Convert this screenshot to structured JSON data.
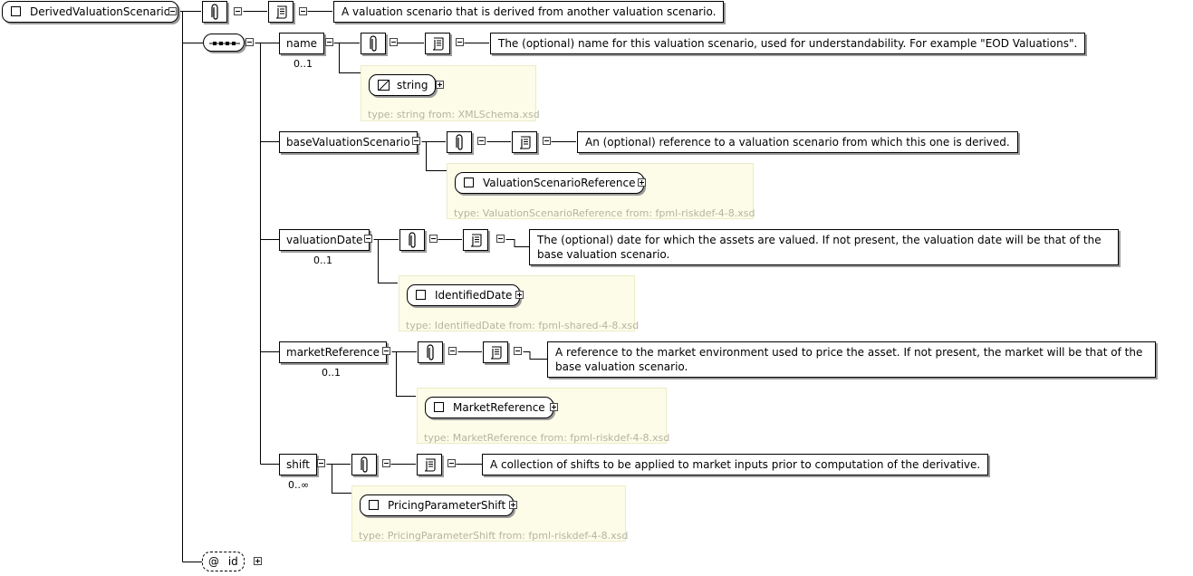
{
  "root": {
    "label": "DerivedValuationScenario",
    "annotation": "A valuation scenario that is derived from another valuation scenario."
  },
  "compositor": "sequence",
  "elements": [
    {
      "label": "name",
      "cardinality": "0..1",
      "annotation": "The (optional) name for this valuation scenario, used for understandability. For example \"EOD Valuations\".",
      "type_name": "string",
      "type_info": "type: string from: XMLSchema.xsd"
    },
    {
      "label": "baseValuationScenario",
      "cardinality": "",
      "annotation": "An (optional) reference to a valuation scenario from which this one is derived.",
      "type_name": "ValuationScenarioReference",
      "type_info": "type: ValuationScenarioReference from: fpml-riskdef-4-8.xsd"
    },
    {
      "label": "valuationDate",
      "cardinality": "0..1",
      "annotation": "The (optional) date for which the assets are valued. If not present, the valuation date will be that of the base valuation scenario.",
      "type_name": "IdentifiedDate",
      "type_info": "type: IdentifiedDate from: fpml-shared-4-8.xsd"
    },
    {
      "label": "marketReference",
      "cardinality": "0..1",
      "annotation": "A reference to the market environment used to price the asset. If not present, the market will be that of the base valuation scenario.",
      "type_name": "MarketReference",
      "type_info": "type: MarketReference from: fpml-riskdef-4-8.xsd"
    },
    {
      "label": "shift",
      "cardinality": "0..∞",
      "annotation": "A collection of shifts to be applied to market inputs prior to computation of the derivative.",
      "type_name": "PricingParameterShift",
      "type_info": "type: PricingParameterShift from: fpml-riskdef-4-8.xsd"
    }
  ],
  "attribute": {
    "at_sign": "@",
    "label": "id"
  },
  "icons": {
    "appinfo": "paperclip-icon",
    "documentation": "scroll-icon",
    "sequence": "sequence-compositor-icon",
    "simple_type": "simple-type-icon",
    "complex_type": "complex-type-icon"
  },
  "colors": {
    "type_box_bg": "#fcfce8",
    "type_text": "#b4b4a4",
    "shadow": "#9a9a9a"
  }
}
